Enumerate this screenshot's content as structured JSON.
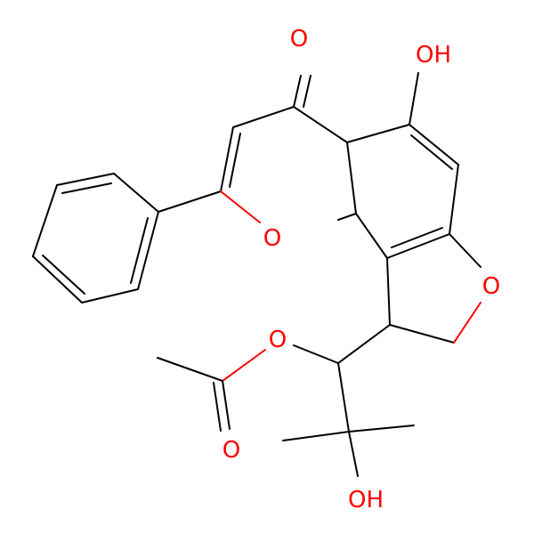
{
  "molecule": {
    "labels": {
      "carbonyl_o": "O",
      "phenol_oh": "OH",
      "pyran_o": "O",
      "furan_o": "O",
      "ester_o": "O",
      "acetyl_o": "O",
      "tertiary_oh": "OH"
    },
    "colors": {
      "carbon_bond": "#000000",
      "heteroatom": "#ff0000",
      "background": "#ffffff"
    }
  }
}
